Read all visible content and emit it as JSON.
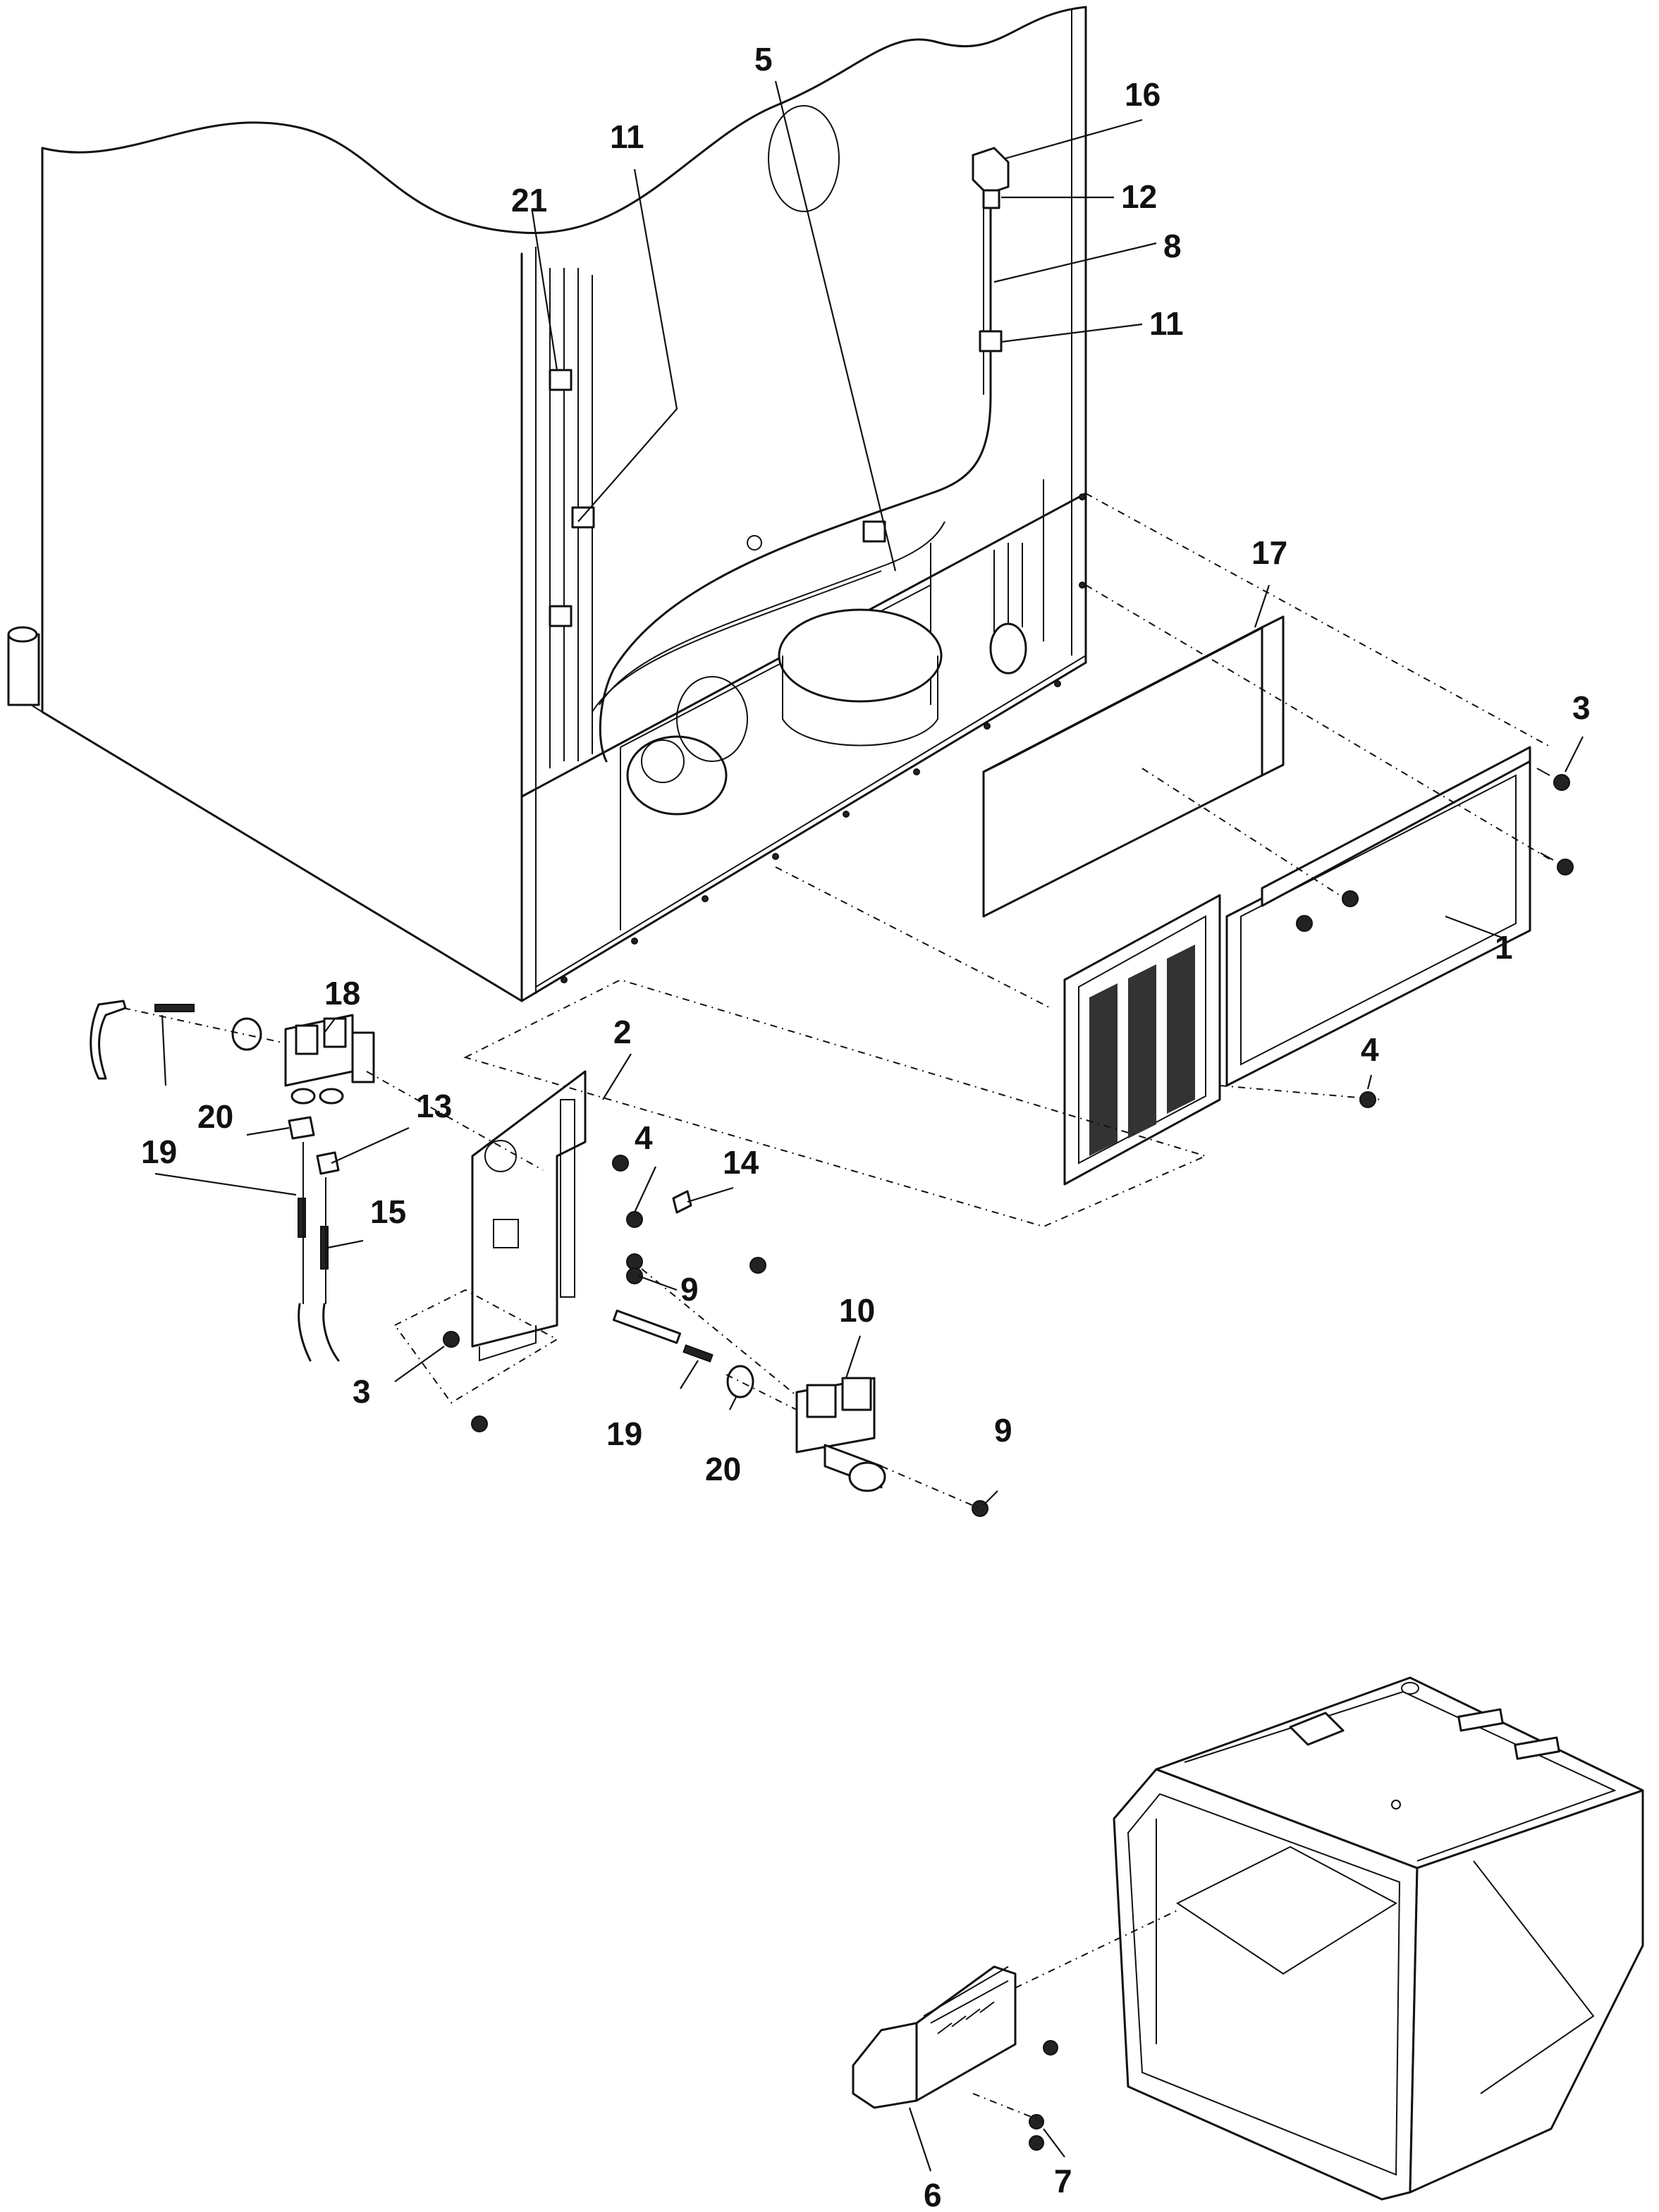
{
  "callouts": [
    {
      "label": "1"
    },
    {
      "label": "2"
    },
    {
      "label": "3"
    },
    {
      "label": "3"
    },
    {
      "label": "4"
    },
    {
      "label": "4"
    },
    {
      "label": "5"
    },
    {
      "label": "6"
    },
    {
      "label": "7"
    },
    {
      "label": "8"
    },
    {
      "label": "9"
    },
    {
      "label": "9"
    },
    {
      "label": "10"
    },
    {
      "label": "11"
    },
    {
      "label": "11"
    },
    {
      "label": "12"
    },
    {
      "label": "13"
    },
    {
      "label": "14"
    },
    {
      "label": "15"
    },
    {
      "label": "16"
    },
    {
      "label": "17"
    },
    {
      "label": "18"
    },
    {
      "label": "19"
    },
    {
      "label": "19"
    },
    {
      "label": "20"
    },
    {
      "label": "20"
    },
    {
      "label": "21"
    }
  ]
}
